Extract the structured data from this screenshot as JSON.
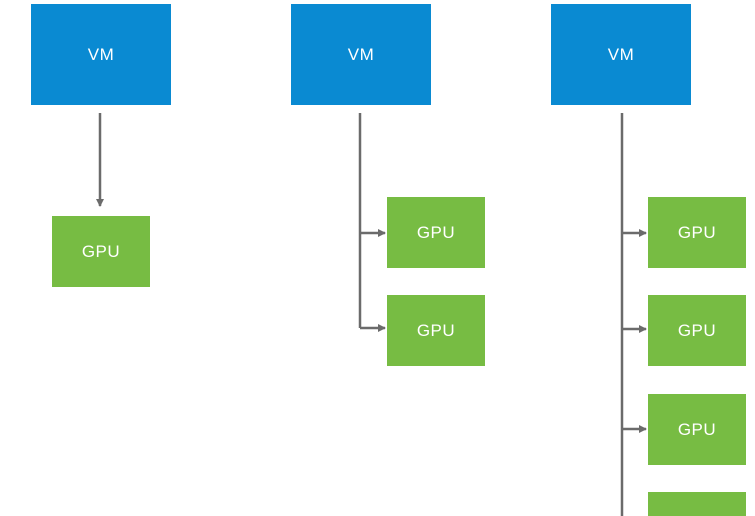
{
  "colors": {
    "vm": "#0a8ad2",
    "gpu": "#77bc43",
    "connector": "#6b6b6b",
    "text": "#ffffff"
  },
  "groups": [
    {
      "vm_label": "VM",
      "gpu_labels": [
        "GPU"
      ]
    },
    {
      "vm_label": "VM",
      "gpu_labels": [
        "GPU",
        "GPU"
      ]
    },
    {
      "vm_label": "VM",
      "gpu_labels": [
        "GPU",
        "GPU",
        "GPU",
        ""
      ]
    }
  ]
}
